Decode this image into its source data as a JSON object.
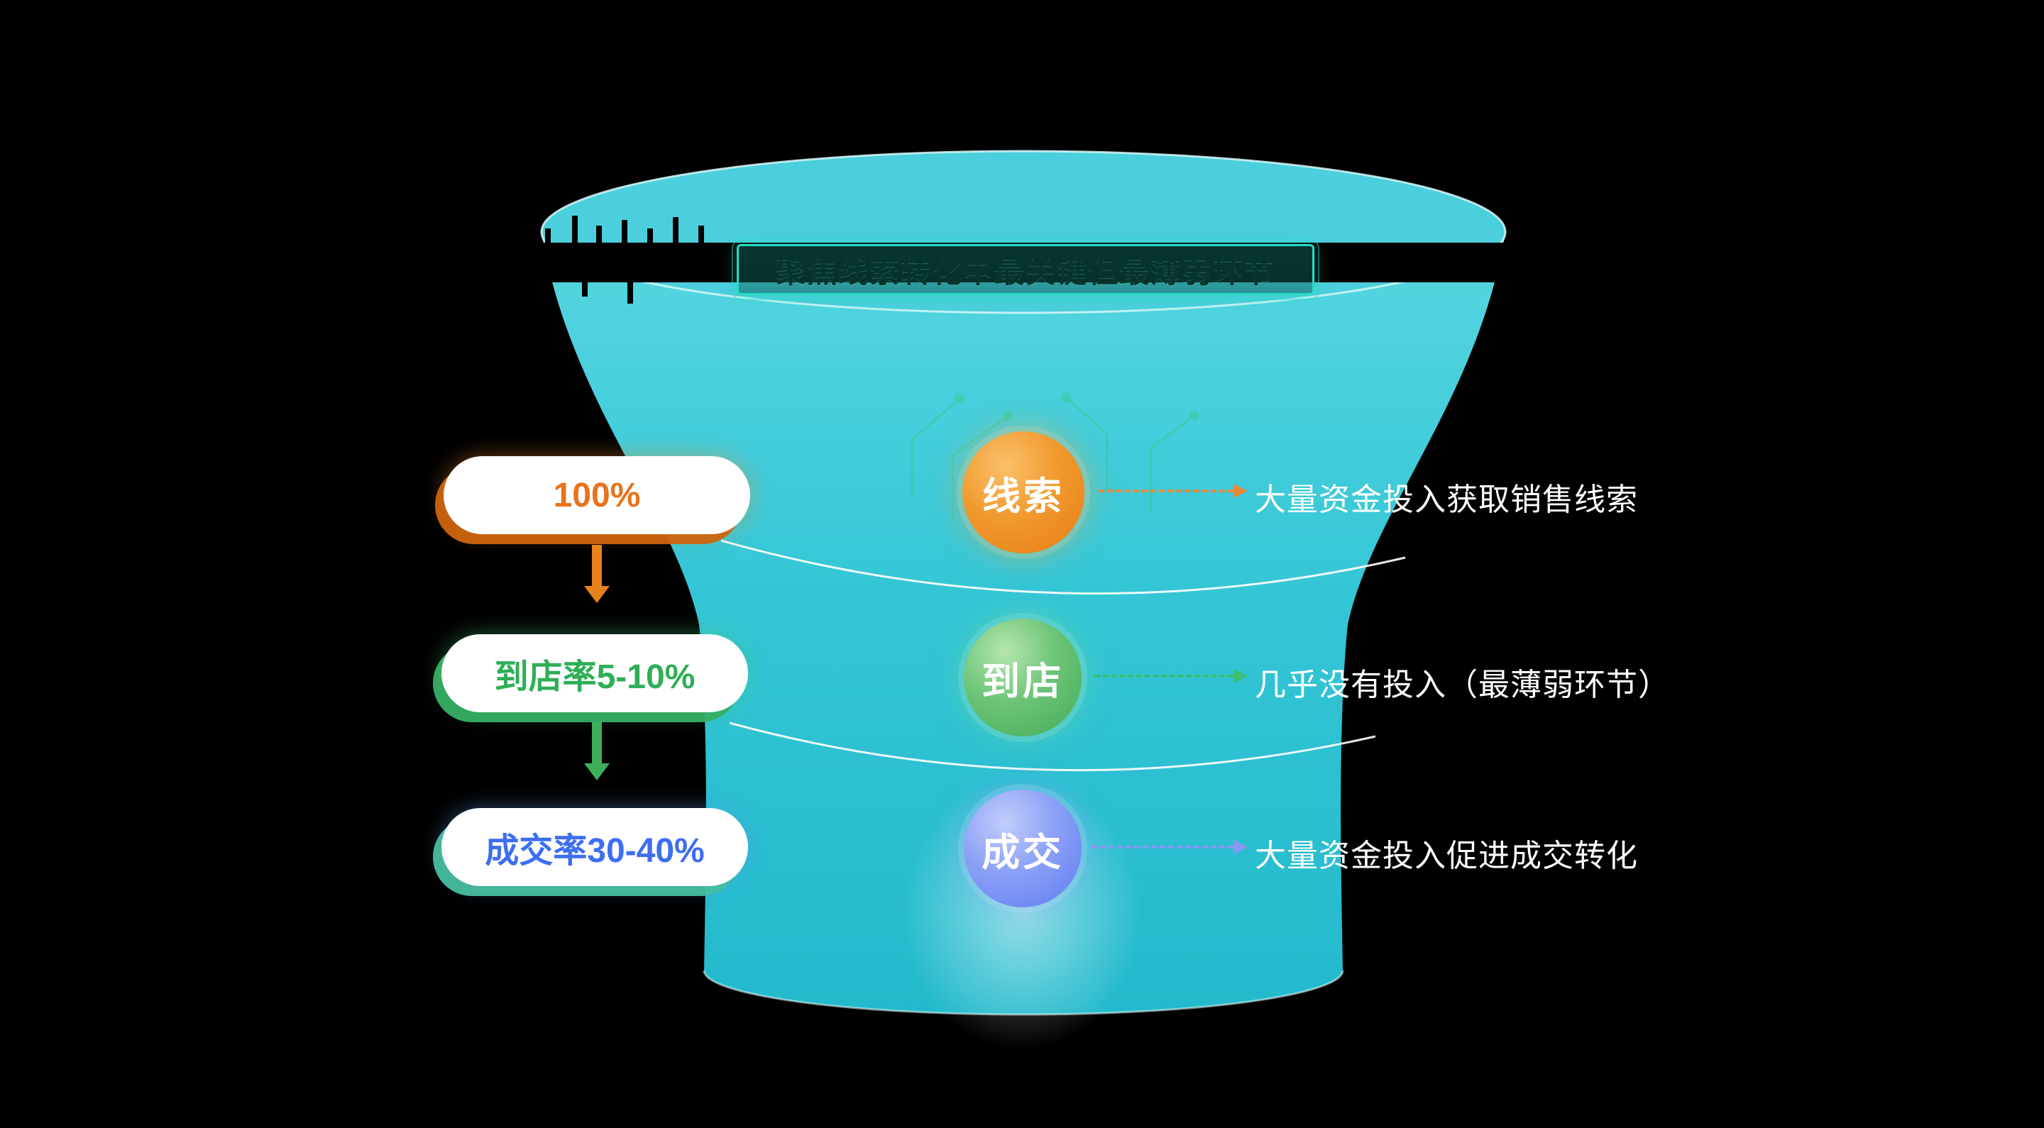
{
  "page": {
    "background": "#000000"
  },
  "title": {
    "text": "聚焦线索转化中最关键但最薄弱环节",
    "border_color": "#27dcc6"
  },
  "funnel": {
    "fill_top": "#58d7e1",
    "fill_bottom": "#23b9cc",
    "rim_color": "#d8f8f8"
  },
  "stages": [
    {
      "label": "线索",
      "metric": "100%",
      "annotation": "大量资金投入获取销售线索",
      "circle_color": "#ef8a1f",
      "metric_color": "#e8731a",
      "arrow_color": "#e8893a"
    },
    {
      "label": "到店",
      "metric": "到店率5-10%",
      "annotation": "几乎没有投入（最薄弱环节）",
      "circle_color": "#4eb464",
      "metric_color": "#2fae57",
      "arrow_color": "#3bbf72"
    },
    {
      "label": "成交",
      "metric": "成交率30-40%",
      "annotation": "大量资金投入促进成交转化",
      "circle_color": "#6b85f2",
      "metric_color": "#3d6ef0",
      "arrow_color": "#8a96f2"
    }
  ]
}
